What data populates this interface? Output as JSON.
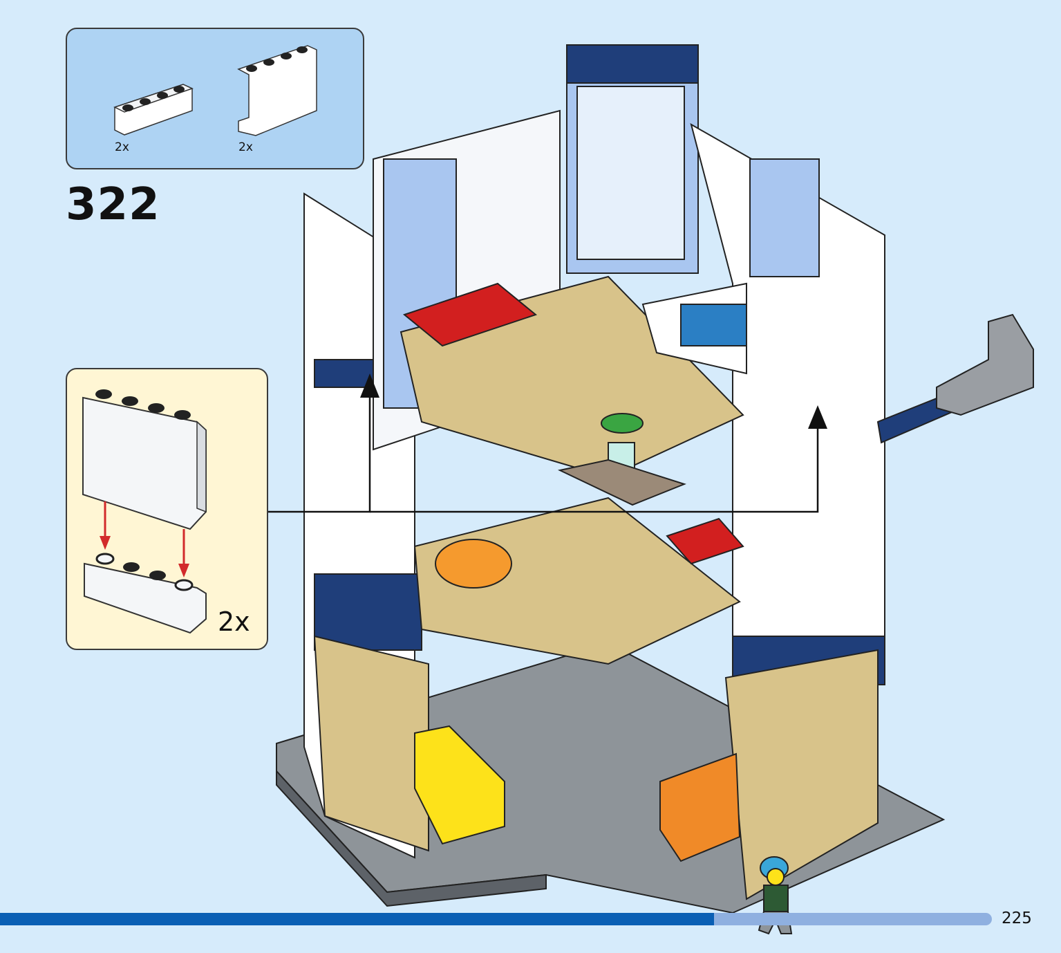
{
  "parts_list": {
    "items": [
      {
        "part": "white-1x4-brick-icon",
        "quantity": "2x"
      },
      {
        "part": "white-1x4x3-panel-icon",
        "quantity": "2x"
      }
    ]
  },
  "step": {
    "number": "322"
  },
  "sub_step": {
    "quantity": "2x"
  },
  "page": {
    "number": "225",
    "progress": 0.72
  },
  "colors": {
    "page_background": "#d6ebfb",
    "parts_panel": "#aed3f3",
    "sub_panel": "#fff6d4",
    "progress_fill": "#0a5fb4",
    "progress_track": "#8fb0e0",
    "arrow_red": "#d22b2b"
  }
}
